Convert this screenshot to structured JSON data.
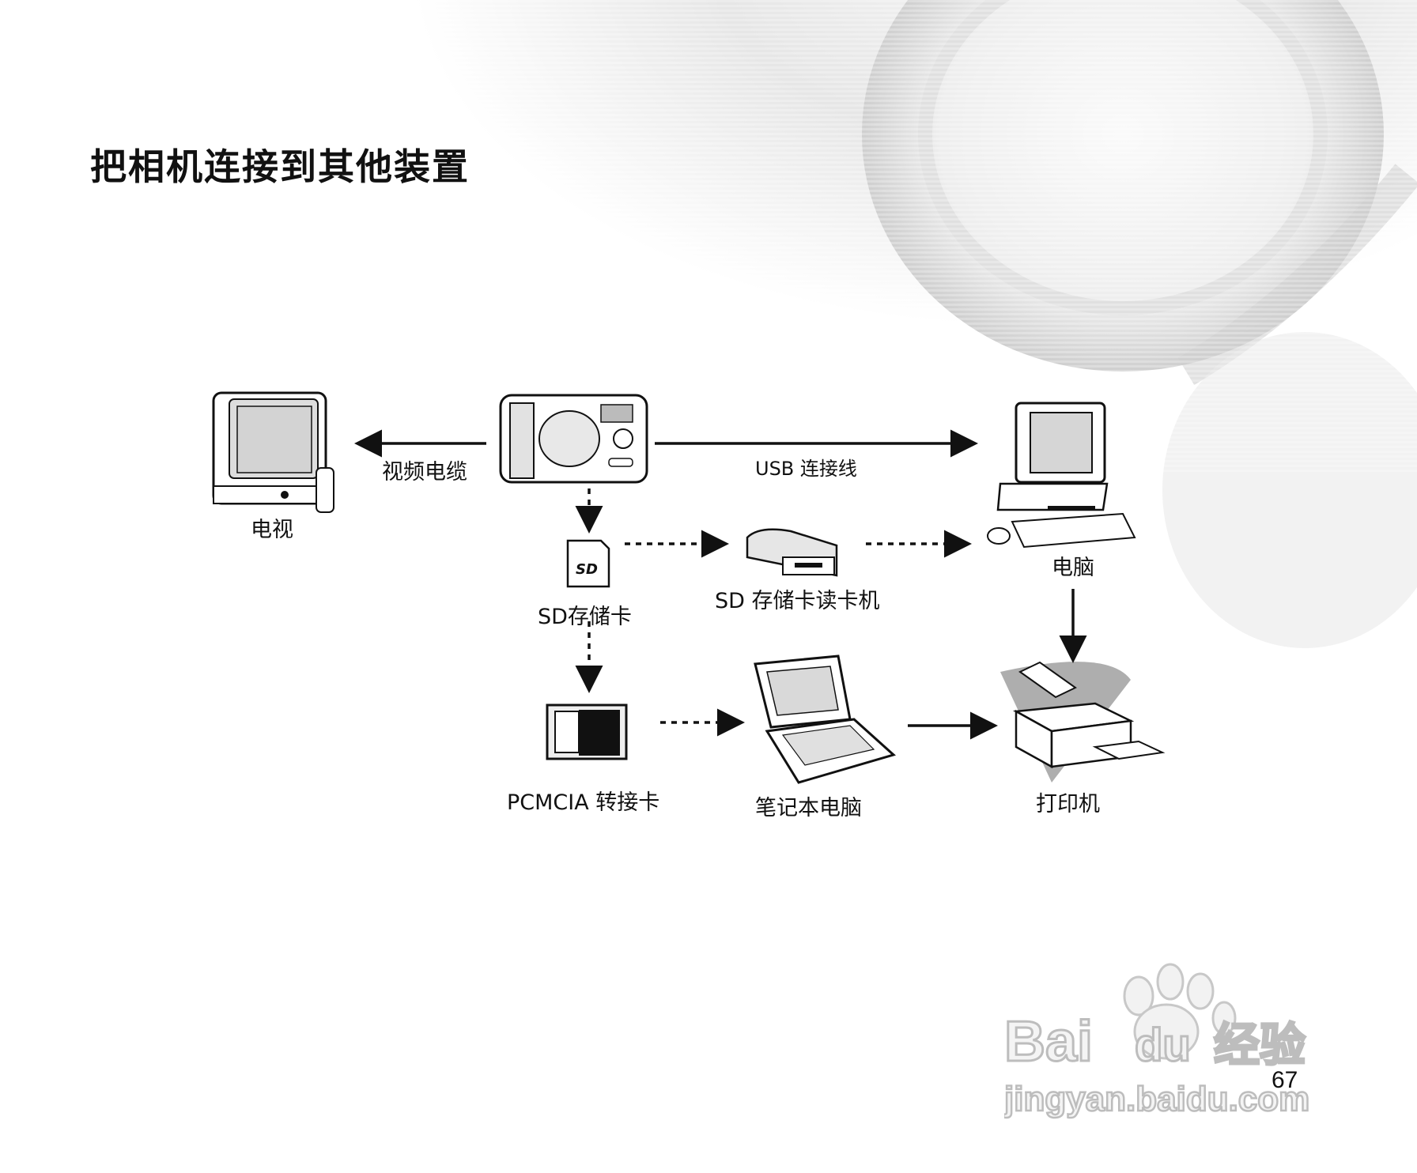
{
  "page": {
    "title": "把相机连接到其他装置",
    "page_number": "67"
  },
  "nodes": {
    "tv": "电视",
    "video_cable": "视频电缆",
    "usb_cable": "USB 连接线",
    "computer": "电脑",
    "sd_card": "SD存储卡",
    "sd_reader": "SD 存储卡读卡机",
    "pcmcia": "PCMCIA 转接卡",
    "laptop": "笔记本电脑",
    "printer": "打印机"
  },
  "watermark": {
    "brand": "Bai du 经验",
    "url": "jingyan.baidu.com"
  },
  "colors": {
    "background": "#ffffff",
    "lens_gray": "#d9d9d9",
    "ink": "#111111"
  }
}
